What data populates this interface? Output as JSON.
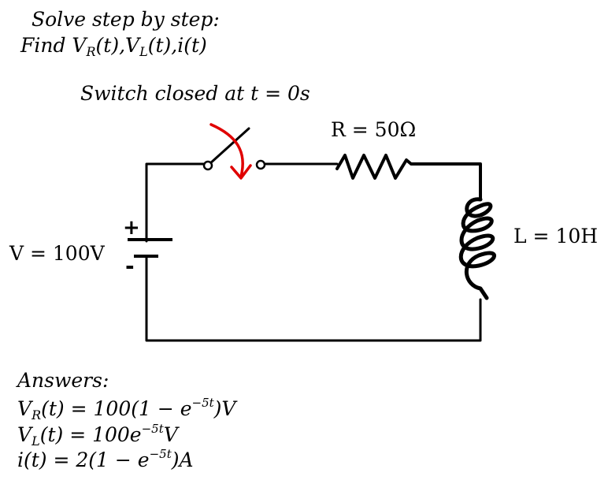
{
  "header": {
    "line1": "Solve step by step:",
    "find_prefix": "Find ",
    "vr_base": "V",
    "vr_sub": "R",
    "vr_arg": "(t),",
    "vl_base": "V",
    "vl_sub": "L",
    "vl_arg": "(t),",
    "i_label": "i(t)"
  },
  "switch_note": "Switch closed at t = 0s",
  "components": {
    "resistor": "R = 50Ω",
    "inductor": "L = 10H",
    "source": "V = 100V",
    "plus": "+",
    "minus": "-"
  },
  "answers": {
    "title": "Answers:",
    "vr": {
      "base": "V",
      "sub": "R",
      "mid": "(t) = 100(1 − e",
      "exp": "−5t",
      "end": ")V"
    },
    "vl": {
      "base": "V",
      "sub": "L",
      "mid": "(t) = 100e",
      "exp": "−5t",
      "end": "V"
    },
    "i": {
      "mid": "i(t) = 2(1 − e",
      "exp": "−5t",
      "end": ")A"
    }
  },
  "colors": {
    "wire": "#000000",
    "arrow": "#e00000"
  }
}
